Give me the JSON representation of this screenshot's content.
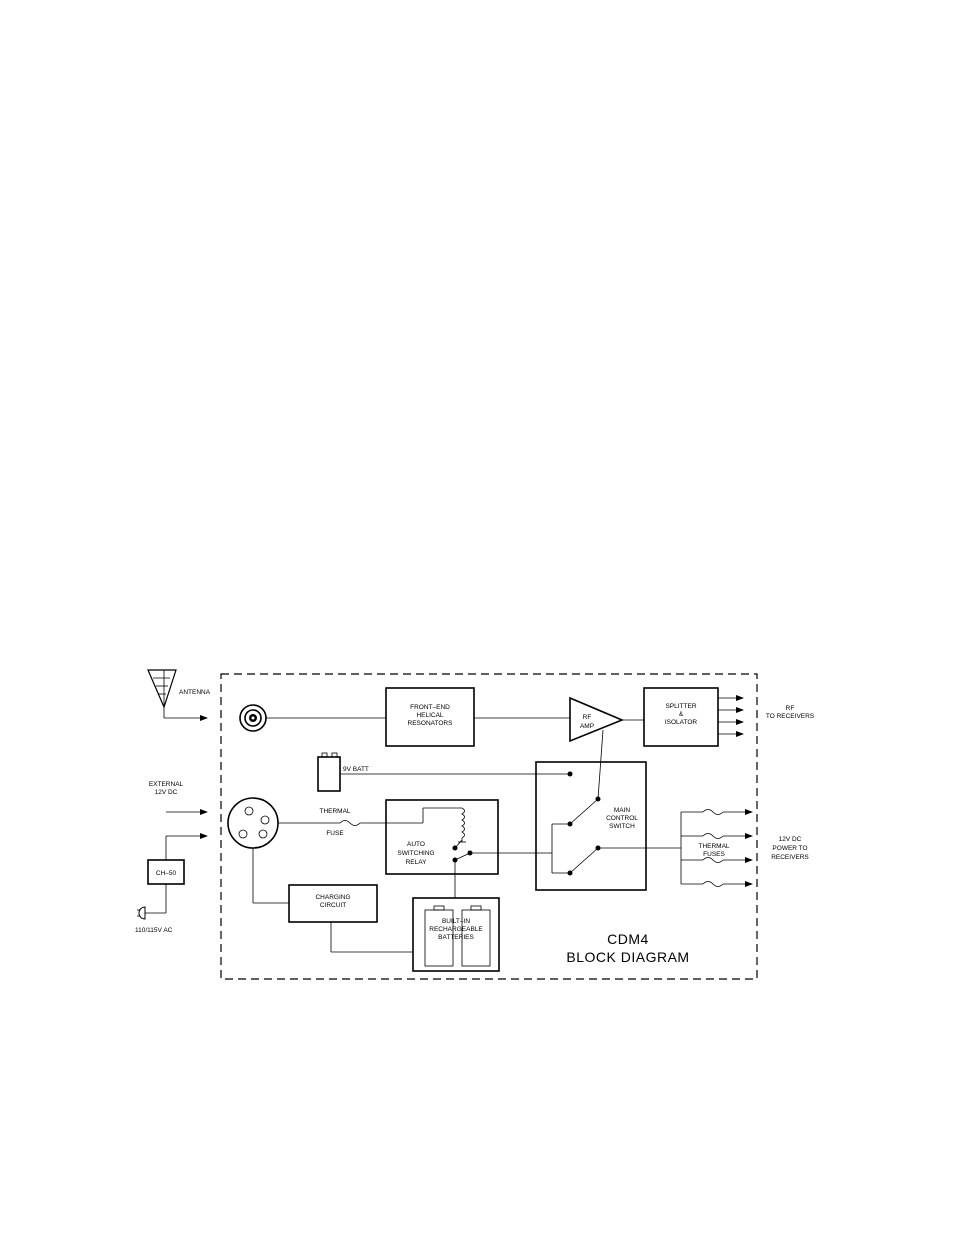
{
  "diagram": {
    "title_line1": "CDM4",
    "title_line2": "BLOCK  DIAGRAM",
    "inputs": {
      "antenna": "ANTENNA",
      "external_dc_line1": "EXTERNAL",
      "external_dc_line2": "12V  DC",
      "ac_input": "110/115V  AC",
      "charger": "CH–50"
    },
    "blocks": {
      "front_end_line1": "FRONT–END",
      "front_end_line2": "HELICAL",
      "front_end_line3": "RESONATORS",
      "rf_amp_line1": "RF",
      "rf_amp_line2": "AMP",
      "splitter_line1": "SPLITTER",
      "splitter_line2": "&",
      "splitter_line3": "ISOLATOR",
      "battery_9v": "9V  BATT",
      "thermal_fuse_line1": "THERMAL",
      "thermal_fuse_line2": "FUSE",
      "relay_line1": "AUTO",
      "relay_line2": "SWITCHING",
      "relay_line3": "RELAY",
      "main_switch_line1": "MAIN",
      "main_switch_line2": "CONTROL",
      "main_switch_line3": "SWITCH",
      "charging_line1": "CHARGING",
      "charging_line2": "CIRCUIT",
      "batteries_line1": "BUILT–IN",
      "batteries_line2": "RECHARGEABLE",
      "batteries_line3": "BATTERIES",
      "thermal_fuses_line1": "THERMAL",
      "thermal_fuses_line2": "FUSES"
    },
    "outputs": {
      "rf_line1": "RF",
      "rf_line2": "TO  RECEIVERS",
      "dc_line1": "12V  DC",
      "dc_line2": "POWER  TO",
      "dc_line3": "RECEIVERS"
    }
  }
}
